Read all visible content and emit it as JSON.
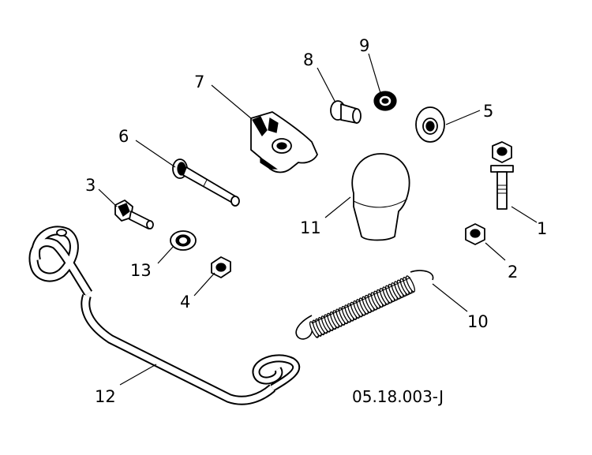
{
  "diagram": {
    "reference_code": "05.18.003-J",
    "callouts": [
      {
        "id": "callout-1",
        "number": "1"
      },
      {
        "id": "callout-2",
        "number": "2"
      },
      {
        "id": "callout-3",
        "number": "3"
      },
      {
        "id": "callout-4",
        "number": "4"
      },
      {
        "id": "callout-5",
        "number": "5"
      },
      {
        "id": "callout-6",
        "number": "6"
      },
      {
        "id": "callout-7",
        "number": "7"
      },
      {
        "id": "callout-8",
        "number": "8"
      },
      {
        "id": "callout-9",
        "number": "9"
      },
      {
        "id": "callout-10",
        "number": "10"
      },
      {
        "id": "callout-11",
        "number": "11"
      },
      {
        "id": "callout-12",
        "number": "12"
      },
      {
        "id": "callout-13",
        "number": "13"
      }
    ]
  }
}
